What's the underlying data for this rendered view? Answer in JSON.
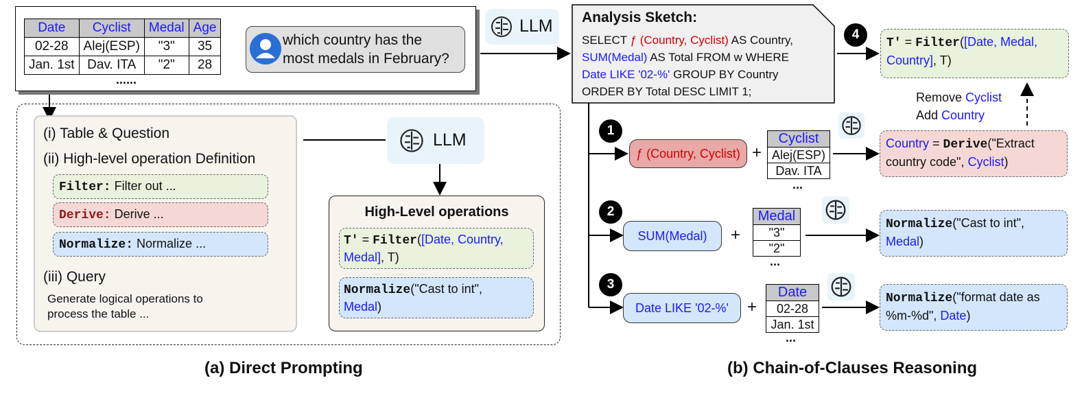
{
  "table": {
    "headers": [
      "Date",
      "Cyclist",
      "Medal",
      "Age"
    ],
    "rows": [
      [
        "02-28",
        "Alej(ESP)",
        "\"3\"",
        "35"
      ],
      [
        "Jan. 1st",
        "Dav. ITA",
        "\"2\"",
        "28"
      ]
    ],
    "ellipsis": "......"
  },
  "question": {
    "line1": "which country has the",
    "line2": "most medals in February?"
  },
  "llm_label": "LLM",
  "prompt": {
    "item1": "(i) Table & Question",
    "item2": "(ii) High-level operation Definition",
    "filter_kw": "Filter:",
    "filter_desc": "Filter out ...",
    "derive_kw": "Derive:",
    "derive_desc": "Derive ...",
    "normalize_kw": "Normalize:",
    "normalize_desc": "Normalize ...",
    "item3": "(iii) Query",
    "query_l1": "Generate logical operations to",
    "query_l2": "process the table ..."
  },
  "high_level": {
    "title": "High-Level operations",
    "op1_a": "T'",
    "op1_b": " = ",
    "op1_kw": "Filter",
    "op1_c": "(",
    "op1_args": "[Date, Country,",
    "op1_args2": "Medal]",
    "op1_end": ", T)",
    "op2_kw": "Normalize",
    "op2_a": "(\"Cast to int\",",
    "op2_arg": "Medal",
    "op2_end": ")"
  },
  "sketch": {
    "title": "Analysis Sketch:",
    "l1_a": "SELECT ",
    "l1_f": "ƒ (Country, Cyclist)",
    "l1_b": " AS Country,",
    "l2_a": "SUM(Medal)",
    "l2_b": " AS Total FROM w WHERE",
    "l3_a": "Date LIKE '02-%'",
    "l3_b": " GROUP BY Country",
    "l4": "ORDER BY Total DESC LIMIT 1;"
  },
  "steps": [
    "1",
    "2",
    "3",
    "4"
  ],
  "step1": {
    "pill": "ƒ (Country, Cyclist)",
    "header": "Cyclist",
    "rows": [
      "Alej(ESP)",
      "Dav. ITA"
    ],
    "more": "...",
    "res_a": "Country",
    "res_b": " = ",
    "res_kw": "Derive",
    "res_c": "(\"Extract",
    "res_d": "country code\", ",
    "res_e": "Cyclist",
    "res_f": ")"
  },
  "step2": {
    "pill": "SUM(Medal)",
    "header": "Medal",
    "rows": [
      "\"3\"",
      "\"2\""
    ],
    "more": "...",
    "res_kw": "Normalize",
    "res_a": "(\"Cast to int\",",
    "res_b": "Medal",
    "res_c": ")"
  },
  "step3": {
    "pill": "Date LIKE '02-%'",
    "header": "Date",
    "rows": [
      "02-28",
      "Jan. 1st"
    ],
    "more": "...",
    "res_kw": "Normalize",
    "res_a": "(\"format date as",
    "res_b": "%m-%d\", ",
    "res_c": "Date",
    "res_d": ")"
  },
  "step4": {
    "res_a": "T'",
    "res_b": " = ",
    "res_kw": "Filter",
    "res_c": "(",
    "res_d": "[Date, Medal,",
    "res_e": "Country]",
    "res_f": ", T)"
  },
  "remove_label": "Remove ",
  "remove_word": "Cyclist",
  "add_label": "Add ",
  "add_word": "Country",
  "plus": "+",
  "captions": {
    "a": "(a) Direct Prompting",
    "b": "(b) Chain-of-Clauses Reasoning"
  },
  "colors": {
    "blue": "#1a1aff",
    "red": "#d40000",
    "green_bg": "#e8f2dc",
    "pink_bg": "#f5d8d6",
    "blue_bg": "#d3e6fb"
  }
}
